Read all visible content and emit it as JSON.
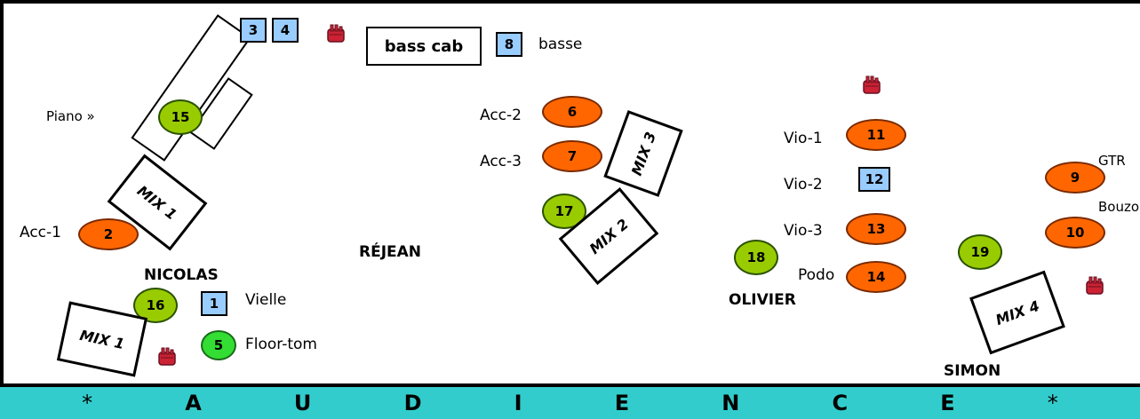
{
  "stage": {
    "names": {
      "nicolas": "NICOLAS",
      "rejean": "RÉJEAN",
      "olivier": "OLIVIER",
      "simon": "SIMON"
    },
    "labels": {
      "piano": "Piano »",
      "acc1": "Acc-1",
      "acc2": "Acc-2",
      "acc3": "Acc-3",
      "vio1": "Vio-1",
      "vio2": "Vio-2",
      "vio3": "Vio-3",
      "podo": "Podo",
      "gtr": "GTR",
      "bouzouki": "Bouzouki",
      "vielle": "Vielle",
      "floortom": "Floor-tom",
      "basse": "basse"
    },
    "bass_cab": "bass cab",
    "mixes": {
      "mix1_top": "MIX 1",
      "mix1_bottom": "MIX 1",
      "mix2": "MIX 2",
      "mix3": "MIX 3",
      "mix4": "MIX 4"
    },
    "inputs": {
      "n1": "1",
      "n2": "2",
      "n3": "3",
      "n4": "4",
      "n5": "5",
      "n6": "6",
      "n7": "7",
      "n8": "8",
      "n9": "9",
      "n10": "10",
      "n11": "11",
      "n12": "12",
      "n13": "13",
      "n14": "14",
      "n15": "15",
      "n16": "16",
      "n17": "17",
      "n18": "18",
      "n19": "19"
    }
  },
  "audience": {
    "letters": [
      "*",
      "A",
      "U",
      "D",
      "I",
      "E",
      "N",
      "C",
      "E",
      "*"
    ]
  },
  "colors": {
    "orange": "#ff6600",
    "green": "#99cc00",
    "blue": "#99ccff",
    "audience_bg": "#33cccc",
    "amp_red": "#cc2233"
  }
}
